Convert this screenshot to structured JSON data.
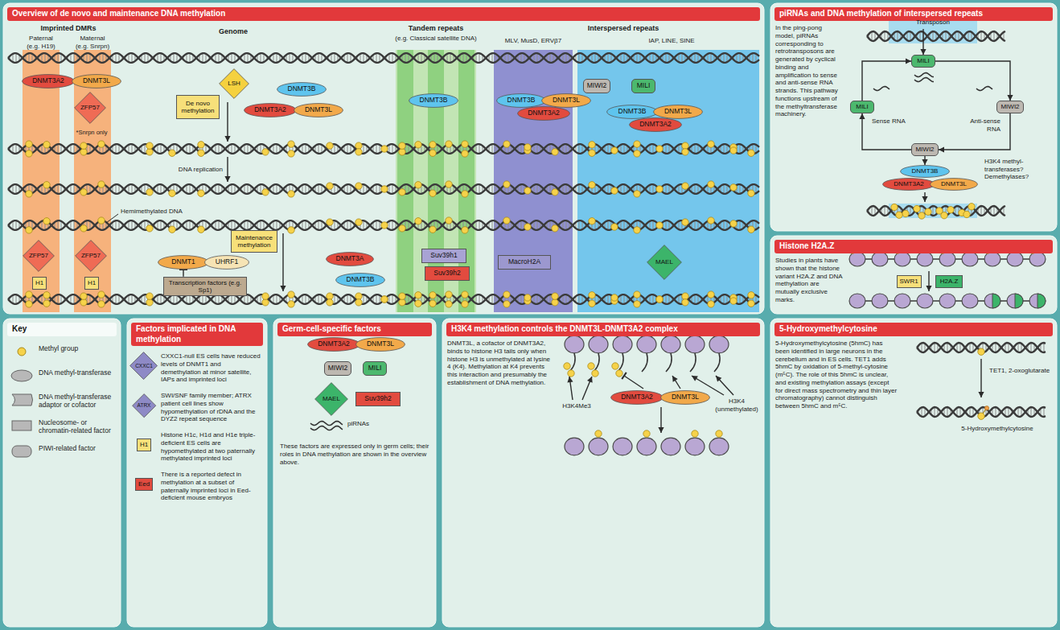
{
  "diagram": {
    "nodes": [
      {
        "text": [
          "Overview of de novo and maintenance DNA methylation"
        ]
      },
      {
        "text": [
          "DNMT3A2"
        ],
        "in": 0
      },
      {
        "text": [
          "DNMT3L"
        ],
        "in": 0
      },
      {
        "text": [
          "ZFP57"
        ],
        "in": 0
      },
      {
        "text": [
          "LSH"
        ],
        "in": 0
      },
      {
        "text": [
          "De novo methylation"
        ],
        "in": 0
      },
      {
        "text": [
          "DNMT3B"
        ],
        "in": 0
      },
      {
        "text": [
          "DNMT3A2"
        ],
        "in": 0
      },
      {
        "text": [
          "DNMT3L"
        ],
        "in": 0
      },
      {
        "text": [
          "DNMT3B"
        ],
        "in": 0
      },
      {
        "text": [
          "DNMT3B"
        ],
        "in": 0
      },
      {
        "text": [
          "DNMT3L"
        ],
        "in": 0
      },
      {
        "text": [
          "DNMT3A2"
        ],
        "in": 0
      },
      {
        "text": [
          "MIWI2"
        ],
        "in": 0
      },
      {
        "text": [
          "MILI"
        ],
        "in": 0
      },
      {
        "text": [
          "DNMT3B"
        ],
        "in": 0
      },
      {
        "text": [
          "DNMT3L"
        ],
        "in": 0
      },
      {
        "text": [
          "DNMT3A2"
        ],
        "in": 0
      },
      {
        "text": [
          "ZFP57"
        ],
        "in": 0
      },
      {
        "text": [
          "ZFP57"
        ],
        "in": 0
      },
      {
        "text": [
          "H1"
        ],
        "in": 0
      },
      {
        "text": [
          "H1"
        ],
        "in": 0
      },
      {
        "text": [
          "Maintenance methylation"
        ],
        "in": 0
      },
      {
        "text": [
          "DNMT1"
        ],
        "in": 0
      },
      {
        "text": [
          "UHRF1"
        ],
        "in": 0
      },
      {
        "text": [
          "Transcription factors (e.g. Sp1)"
        ],
        "in": 0
      },
      {
        "text": [
          "DNMT3A"
        ],
        "in": 0
      },
      {
        "text": [
          "DNMT3B"
        ],
        "in": 0
      },
      {
        "text": [
          "Suv39h1"
        ],
        "in": 0
      },
      {
        "text": [
          "Suv39h2"
        ],
        "in": 0
      },
      {
        "text": [
          "MacroH2A"
        ],
        "in": 0
      },
      {
        "text": [
          "MAEL"
        ],
        "in": 0
      },
      {
        "text": [
          "piRNAs and DNA methylation of interspersed repeats",
          "In the ping-pong model, piRNAs corresponding to retrotransposons are generated by cyclical binding and amplification to sense and anti-sense RNA strands. This pathway functions upstream of the methyltransferase machinery."
        ]
      },
      {
        "text": [
          "Transposon"
        ],
        "in": 32
      },
      {
        "text": [
          "MILI"
        ],
        "in": 32
      },
      {
        "text": [
          "MILI"
        ],
        "in": 32
      },
      {
        "text": [
          "MIWI2"
        ],
        "in": 32
      },
      {
        "text": [
          "MIWI2"
        ],
        "in": 32
      },
      {
        "text": [
          "DNMT3B"
        ],
        "in": 32
      },
      {
        "text": [
          "DNMT3A2"
        ],
        "in": 32
      },
      {
        "text": [
          "DNMT3L"
        ],
        "in": 32
      },
      {
        "text": [
          "Histone H2A.Z",
          "Studies in plants have shown that the histone variant H2A.Z and DNA methylation are mutually exclusive marks."
        ]
      },
      {
        "text": [
          "SWR1"
        ],
        "in": 41
      },
      {
        "text": [
          "H2A.Z"
        ],
        "in": 41
      },
      {
        "text": [
          "Key"
        ]
      },
      {
        "text": [
          "Factors implicated in DNA methylation",
          "CXXC1-null ES cells have reduced levels of DNMT1 and demethylation at minor satellite, IAPs and imprinted loci",
          "SWI/SNF family member; ATRX patient cell lines show hypomethylation of rDNA and the DYZ2 repeat sequence",
          "Histone H1c, H1d and H1e triple-deficient ES cells are hypomethylated at two paternally methylated imprinted loci",
          "There is a reported defect in methylation at a subset of paternally imprinted loci in Eed-deficient mouse embryos"
        ]
      },
      {
        "text": [
          "CXXC1"
        ],
        "in": 45
      },
      {
        "text": [
          "ATRX"
        ],
        "in": 45
      },
      {
        "text": [
          "H1"
        ],
        "in": 45
      },
      {
        "text": [
          "Eed"
        ],
        "in": 45
      },
      {
        "text": [
          "Germ-cell-specific factors",
          "These factors are expressed only in germ cells; their roles in DNA methylation are shown in the overview above."
        ]
      },
      {
        "text": [
          "DNMT3A2"
        ],
        "in": 50
      },
      {
        "text": [
          "DNMT3L"
        ],
        "in": 50
      },
      {
        "text": [
          "MIWI2"
        ],
        "in": 50
      },
      {
        "text": [
          "MILI"
        ],
        "in": 50
      },
      {
        "text": [
          "MAEL"
        ],
        "in": 50
      },
      {
        "text": [
          "Suv39h2"
        ],
        "in": 50
      },
      {
        "text": [
          "H3K4 methylation controls the DNMT3L-DNMT3A2 complex",
          "DNMT3L, a cofactor of DNMT3A2, binds to histone H3 tails only when histone H3 is unmethylated at lysine 4 (K4). Methylation at K4 prevents this interaction and presumably the establishment of DNA methylation."
        ]
      },
      {
        "text": [
          "DNMT3A2"
        ],
        "in": 57
      },
      {
        "text": [
          "DNMT3L"
        ],
        "in": 57
      },
      {
        "text": [
          "5-Hydroxymethylcytosine",
          "5-Hydroxymethylcytosine (5hmC) has been identified in large neurons in the cerebellum and in ES cells. TET1 adds 5hmC by oxidation of 5-methyl-cytosine (m⁵C). The role of this 5hmC is unclear, and existing methylation assays (except for direct mass spectrometry and thin layer chromatography) cannot distinguish between 5hmC and m⁵C."
        ]
      }
    ],
    "edges": [
      {
        "from": 25,
        "to": 23,
        "arrow": "to"
      },
      {
        "from": 33,
        "to": 34,
        "arrow": "to"
      },
      {
        "from": 34,
        "to": 36,
        "arrow": "to"
      },
      {
        "from": 36,
        "to": 37,
        "arrow": "to"
      },
      {
        "from": 37,
        "to": 35,
        "arrow": "to"
      },
      {
        "from": 35,
        "to": 34,
        "arrow": "to"
      },
      {
        "from": 37,
        "to": 38,
        "arrow": "to"
      }
    ],
    "labels": [
      "Imprinted DMRs",
      "Paternal",
      "(e.g. H19)",
      "Maternal",
      "(e.g. Snrpn)",
      "Genome",
      "Tandem repeats",
      "(e.g. Classical satellite DNA)",
      "Interspersed repeats",
      "MLV, MusD, ERVβ7",
      "IAP, LINE, SINE",
      "*Snrpn only",
      "DNA replication",
      "Hemimethylated DNA",
      "Sense RNA",
      "Anti-sense RNA",
      "H3K4 methyl-transferases? Demethylases?",
      "piRNAs",
      "H3K4Me3",
      "H3K4 (unmethylated)",
      "TET1, 2-oxoglutarate",
      "5-Hydroxymethylcytosine"
    ],
    "legend": [
      {
        "text": "Methyl group"
      },
      {
        "text": "DNA methyl-transferase"
      },
      {
        "text": "DNA methyl-transferase adaptor or cofactor"
      },
      {
        "text": "Nucleosome- or chromatin-related factor"
      },
      {
        "text": "PIWI-related factor"
      }
    ]
  }
}
